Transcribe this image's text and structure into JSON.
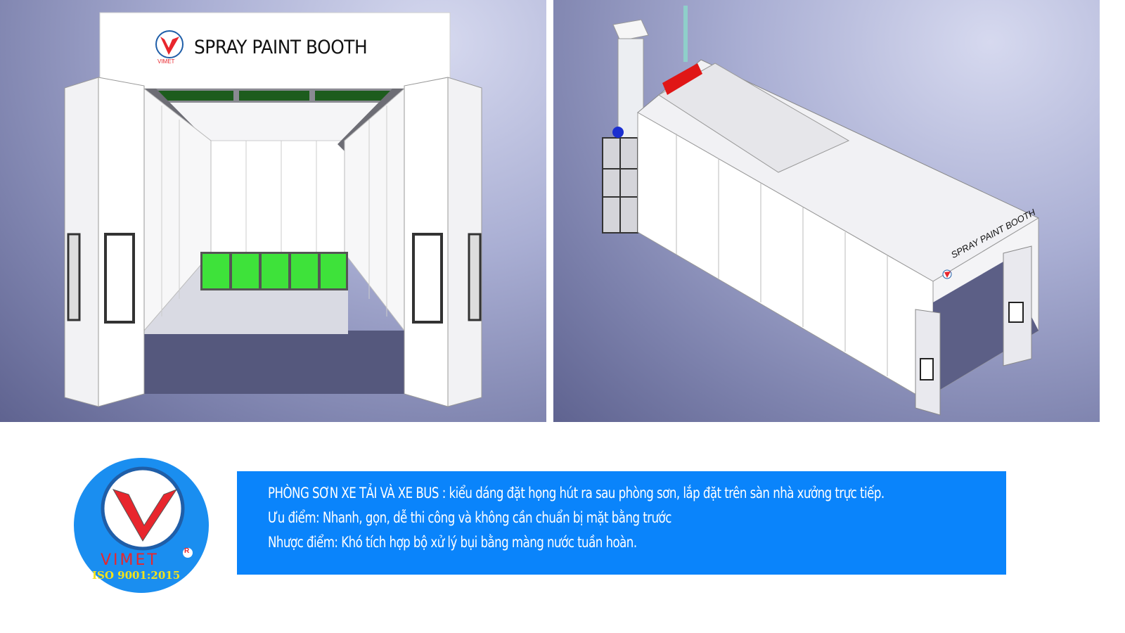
{
  "colors": {
    "caption_bg": "#0a84fb",
    "caption_text": "#ffffff",
    "logo_bg": "#1a8ef0",
    "logo_red": "#e8262d",
    "logo_ring": "#1f5ea8",
    "iso_text": "#f3e31a",
    "filter_green": "#3ee23a",
    "ceiling_filter": "#1d5c1d",
    "duct_red": "#e01616"
  },
  "left_image": {
    "header_sign": "SPRAY PAINT BOOTH",
    "sign_logo_text": "VIMET"
  },
  "right_image": {
    "side_sign": "SPRAY PAINT BOOTH"
  },
  "logo": {
    "brand": "VIMET",
    "registered": "R",
    "certification": "ISO 9001:2015"
  },
  "caption": {
    "lines": [
      "PHÒNG SƠN XE TẢI VÀ XE BUS : kiểu dáng đặt họng hút ra sau phòng sơn, lắp đặt trên sàn nhà xưởng trực tiếp.",
      "Ưu điểm: Nhanh, gọn, dễ thi công và không cần chuẩn bị mặt bằng trước",
      "Nhược điểm: Khó tích hợp bộ xử lý bụi bằng màng nước tuần hoàn."
    ]
  }
}
